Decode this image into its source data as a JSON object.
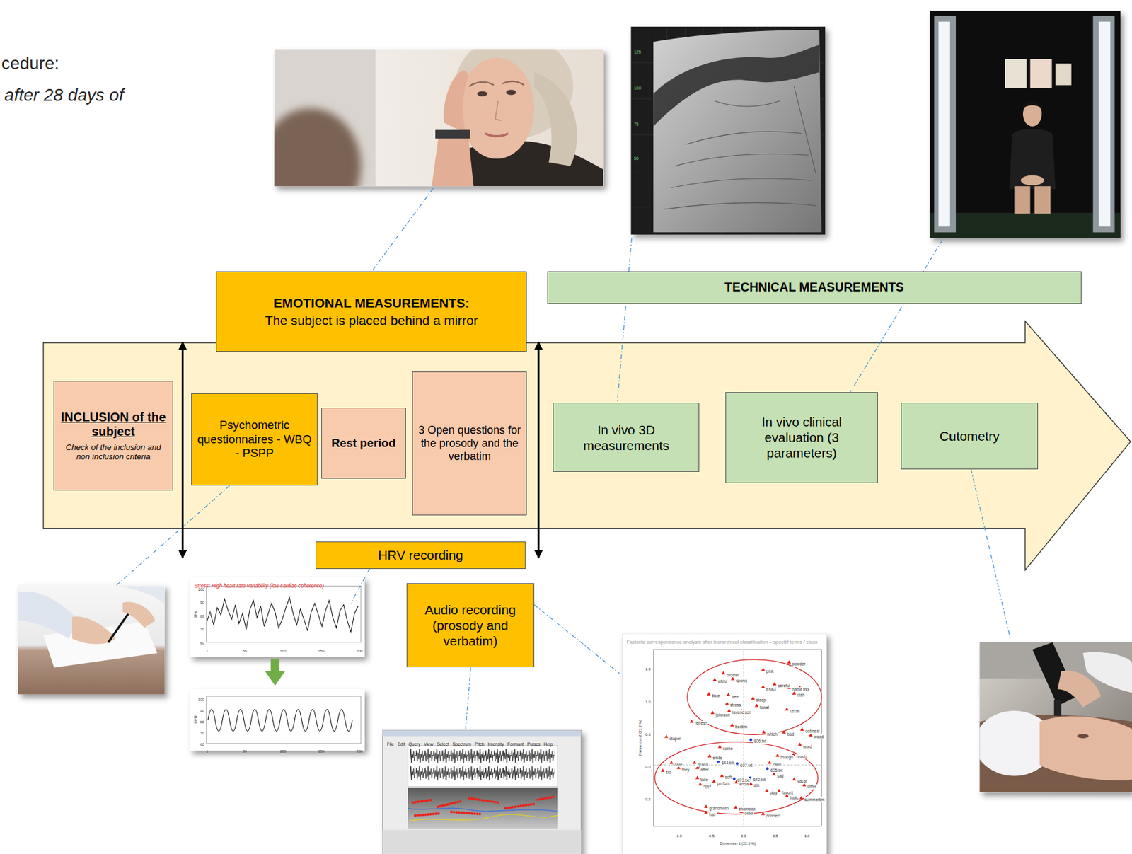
{
  "diagram": {
    "nodes": [
      {
        "text": [
          "EMOTIONAL MEASUREMENTS:",
          "The subject is placed behind a mirror"
        ]
      },
      {
        "text": [
          "TECHNICAL MEASUREMENTS"
        ]
      },
      {
        "text": [
          "INCLUSION of the subject",
          "Check of the inclusion and non inclusion criteria"
        ]
      },
      {
        "text": [
          "Psychometric questionnaires - WBQ - PSPP"
        ]
      },
      {
        "text": [
          "Rest period"
        ]
      },
      {
        "text": [
          "3 Open questions for the prosody and the verbatim"
        ]
      },
      {
        "text": [
          "In vivo 3D measurements"
        ]
      },
      {
        "text": [
          "In vivo clinical evaluation (3 parameters)"
        ]
      },
      {
        "text": [
          "Cutometry"
        ]
      },
      {
        "text": [
          "HRV recording"
        ]
      },
      {
        "text": [
          "Audio recording (prosody and verbatim)"
        ]
      }
    ],
    "labels": [
      "cedure:",
      "after 28 days of",
      "125",
      "100",
      "75",
      "50",
      "Stress: High heart rate variability (low cardiac coherence)",
      "BPM",
      "100",
      "90",
      "80",
      "70",
      "60",
      "1",
      "50",
      "100",
      "150",
      "200",
      "BPM",
      "100",
      "90",
      "80",
      "70",
      "60",
      "1",
      "50",
      "100",
      "150",
      "200",
      "File",
      "Edit",
      "Query",
      "View",
      "Select",
      "Spectrum",
      "Pitch",
      "Intensity",
      "Formant",
      "Pulses",
      "Help",
      "Factorial correspondence analysis after hierarchical classification – specitif terms / class",
      "Dimension 2 (21.2 %)",
      "Dimension 1 (22.5 %)",
      "1.5",
      "1.0",
      "0.5",
      "0.0",
      "-0.5",
      "-1.0",
      "-0.5",
      "0.0",
      "0.5",
      "1.0",
      "powder",
      "pink",
      "brother",
      "spong",
      "white",
      "exact",
      "careful",
      "name",
      "mix",
      "dish",
      "blue",
      "free",
      "sleep",
      "stress",
      "towel",
      "usual",
      "johnson",
      "lavend",
      "son",
      "refresh",
      "bedtim",
      "which",
      "bad",
      "oatmeal",
      "wood",
      "diaper",
      "806.txt",
      "word",
      "come",
      "smile",
      "though",
      "reach",
      "care",
      "they",
      "grand",
      "after",
      "644.txt",
      "607.txt",
      "calm",
      "625.txt",
      "sid",
      "take",
      "soft",
      "873.txt",
      "642.txt",
      "sad",
      "appl",
      "perfum",
      "know",
      "ain",
      "vacat",
      "differ",
      "play",
      "favorit",
      "topic",
      "summertim",
      "grandmoth",
      "shampoo",
      "hair",
      "older",
      "connect"
    ]
  }
}
